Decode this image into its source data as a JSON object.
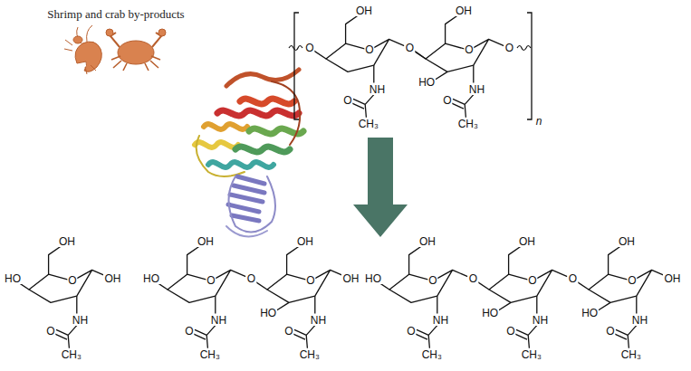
{
  "diagram": {
    "labels": [
      "Shrimp and crab by-products",
      "OH",
      "O",
      "O",
      "NH",
      "O",
      "CH₃",
      "O",
      "OH",
      "O",
      "HO",
      "NH",
      "O",
      "CH₃",
      "O",
      "n",
      "OH",
      "O",
      "HO",
      "OH",
      "NH",
      "O",
      "CH₃",
      "OH",
      "O",
      "HO",
      "NH",
      "O",
      "CH₃",
      "O",
      "OH",
      "O",
      "HO",
      "NH",
      "O",
      "CH₃",
      "OH",
      "OH",
      "O",
      "HO",
      "NH",
      "O",
      "CH₃",
      "O",
      "OH",
      "O",
      "HO",
      "NH",
      "O",
      "CH₃",
      "O",
      "OH",
      "O",
      "HO",
      "NH",
      "O",
      "CH₃",
      "OH"
    ]
  }
}
